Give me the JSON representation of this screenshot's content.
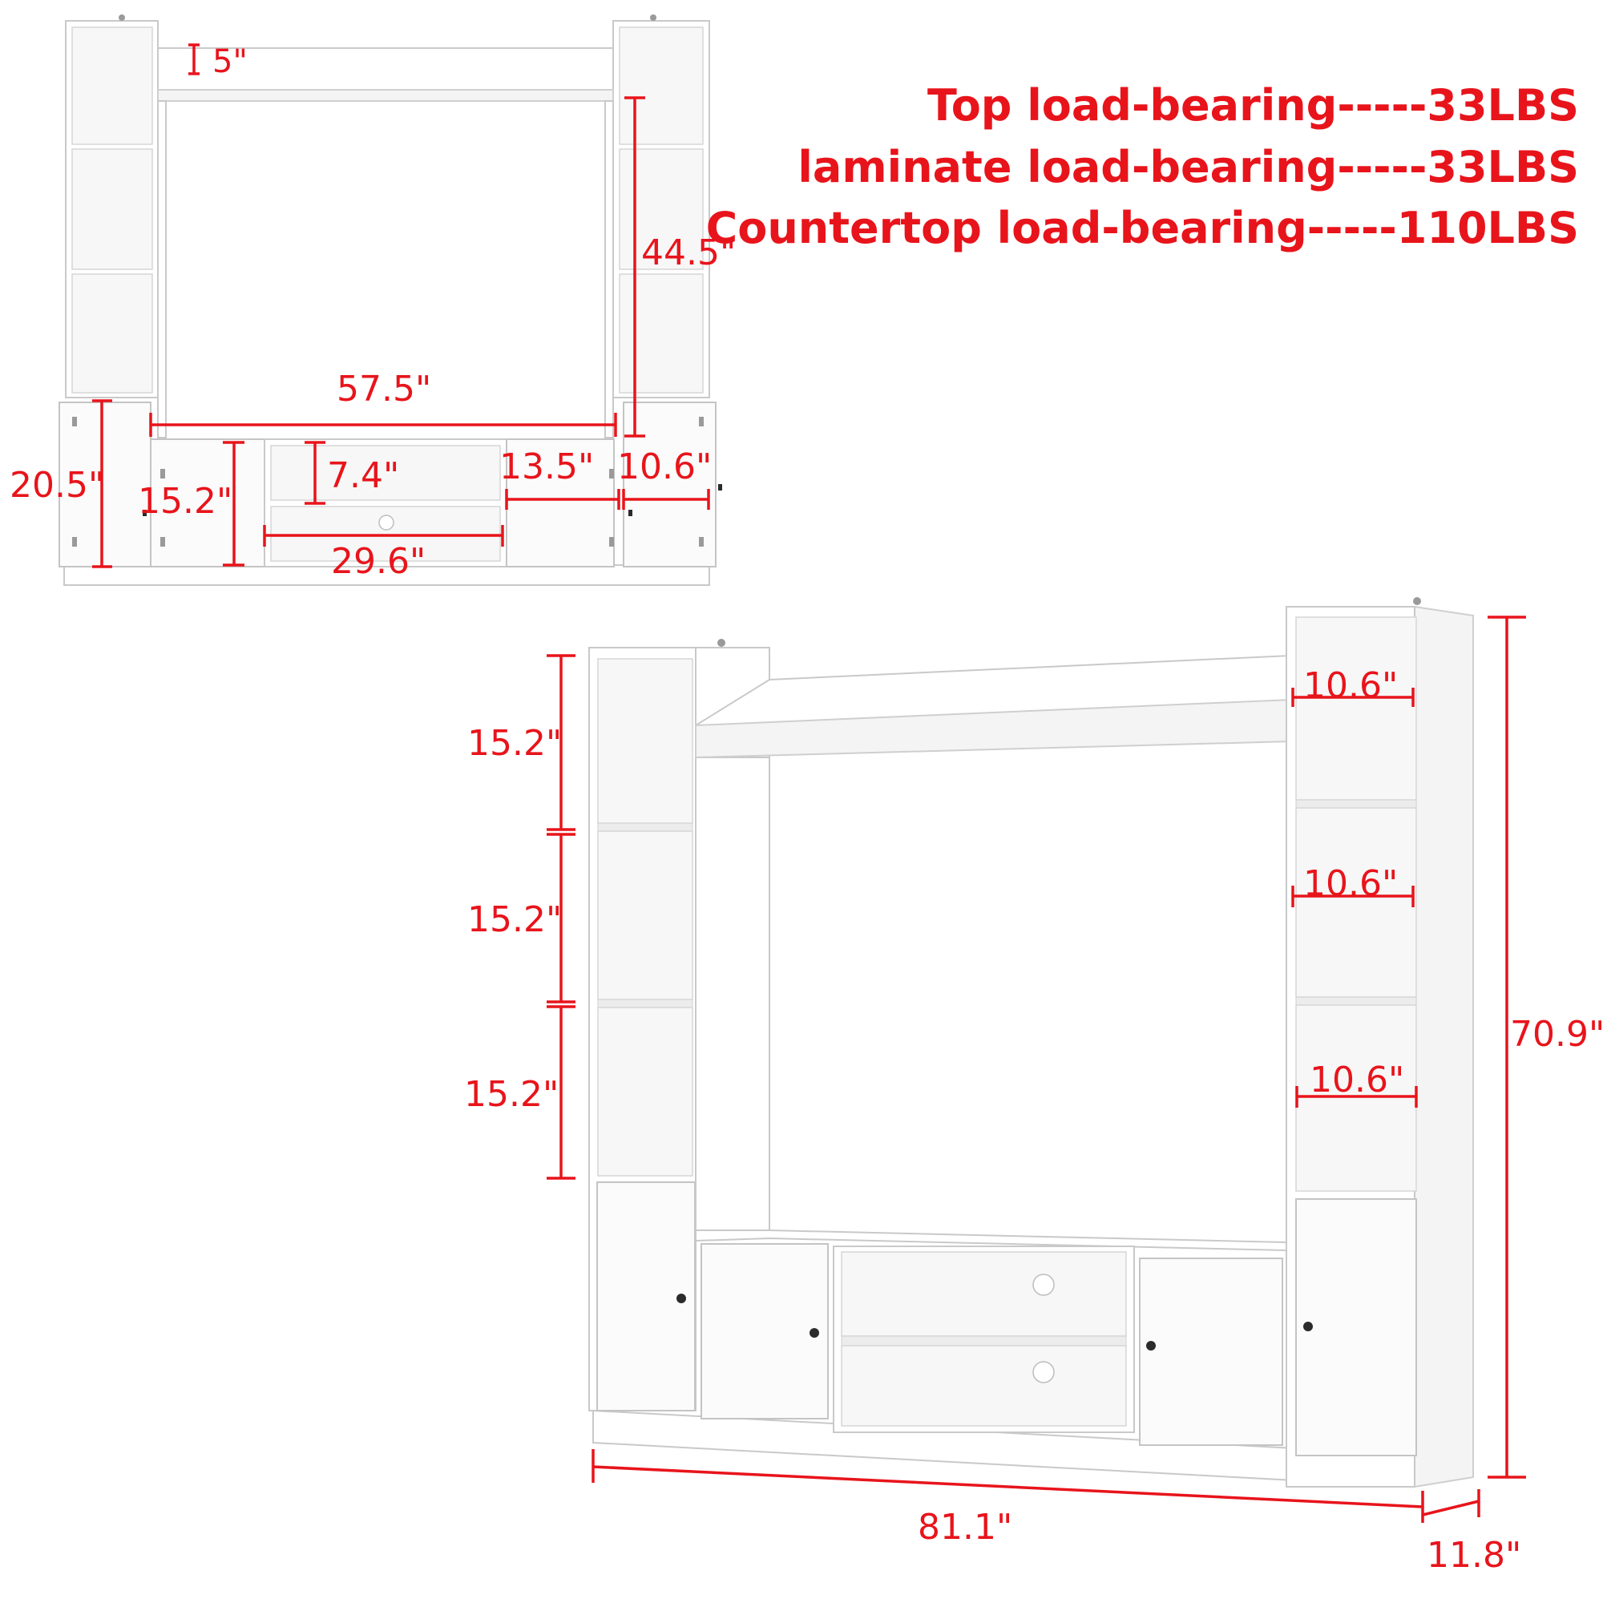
{
  "specs": {
    "top": "Top load-bearing-----33LBS",
    "laminate": "laminate load-bearing-----33LBS",
    "countertop": "Countertop load-bearing-----110LBS"
  },
  "front_view": {
    "top_thickness": "5\"",
    "opening_height": "44.5\"",
    "opening_width": "57.5\"",
    "cabinet_height": "20.5\"",
    "door_cabinet_height": "15.2\"",
    "center_shelf_height": "7.4\"",
    "center_width": "29.6\"",
    "side_cabinet_width": "13.5\"",
    "tower_width": "10.6\""
  },
  "perspective_view": {
    "left_shelf_1": "15.2\"",
    "left_shelf_2": "15.2\"",
    "left_shelf_3": "15.2\"",
    "right_shelf_1": "10.6\"",
    "right_shelf_2": "10.6\"",
    "right_shelf_3": "10.6\"",
    "total_height": "70.9\"",
    "total_width": "81.1\"",
    "depth": "11.8\""
  }
}
